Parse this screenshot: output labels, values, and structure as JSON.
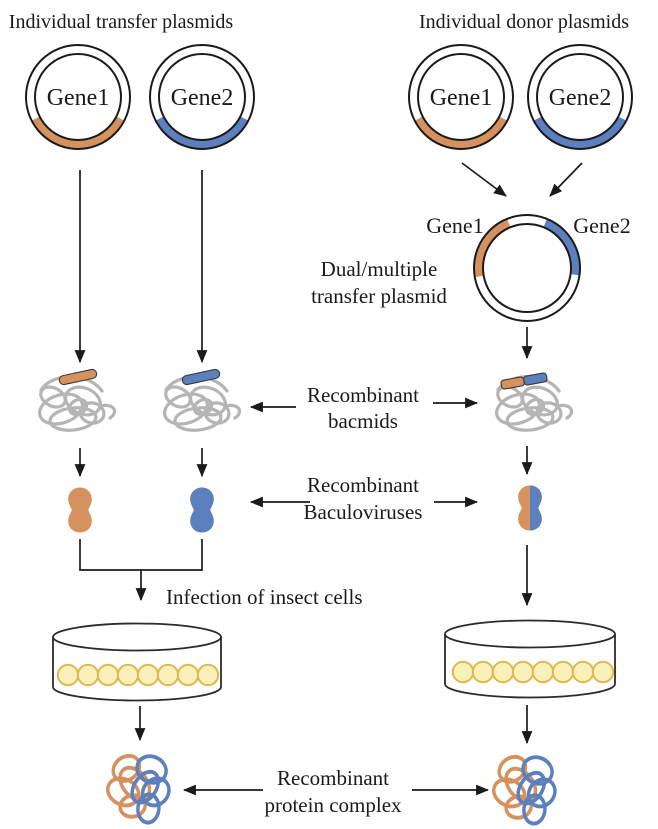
{
  "figure": {
    "transfer_section": {
      "title": "Individual transfer plasmids",
      "plasmids": [
        {
          "gene": "Gene1"
        },
        {
          "gene": "Gene2"
        }
      ]
    },
    "donor_section": {
      "title": "Individual donor plasmids",
      "plasmids": [
        {
          "gene": "Gene1"
        },
        {
          "gene": "Gene2"
        }
      ]
    },
    "dual_plasmid": {
      "gene1": "Gene1",
      "gene2": "Gene2",
      "caption_line1": "Dual/multiple",
      "caption_line2": "transfer plasmid"
    },
    "bacmid_label": {
      "line1": "Recombinant",
      "line2": "bacmids"
    },
    "baculovirus_label": {
      "line1": "Recombinant",
      "line2": "Baculoviruses"
    },
    "infection_label": "Infection of insect cells",
    "protein_label": {
      "line1": "Recombinant",
      "line2": "protein complex"
    }
  },
  "colors": {
    "gene1_orange": "#D6925E",
    "gene2_blue": "#5C7FBE",
    "bacmid_gray": "#B5B5B5",
    "cell_fill": "#FAF0B9",
    "cell_border": "#DDB94F",
    "line_black": "#1A1A1A"
  }
}
